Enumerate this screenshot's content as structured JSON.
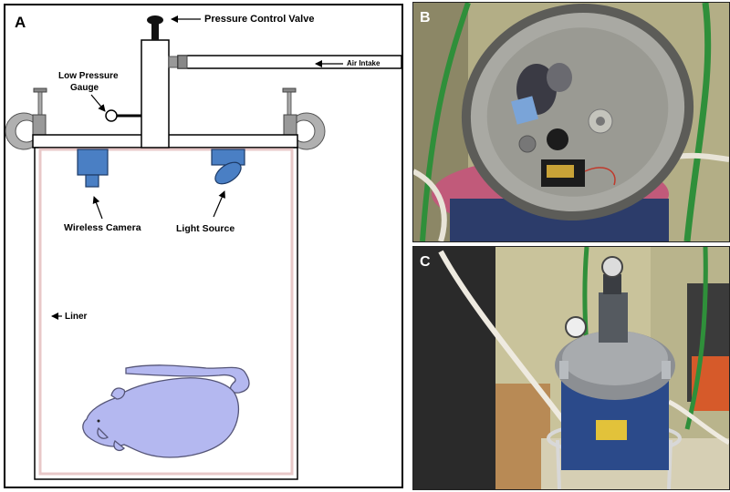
{
  "panel_a": {
    "letter": "A",
    "labels": {
      "pressure_control_valve": "Pressure Control Valve",
      "air_intake": "Air Intake",
      "low_pressure_gauge_line1": "Low Pressure",
      "low_pressure_gauge_line2": "Gauge",
      "wireless_camera": "Wireless Camera",
      "light_source": "Light Source",
      "liner": "Liner"
    },
    "colors": {
      "device_blue": "#4a7fc4",
      "mouse_fill": "#b4b8f0",
      "mouse_outline": "#555577",
      "liner": "#e8c8c8"
    }
  },
  "panel_b": {
    "letter": "B"
  },
  "panel_c": {
    "letter": "C"
  }
}
